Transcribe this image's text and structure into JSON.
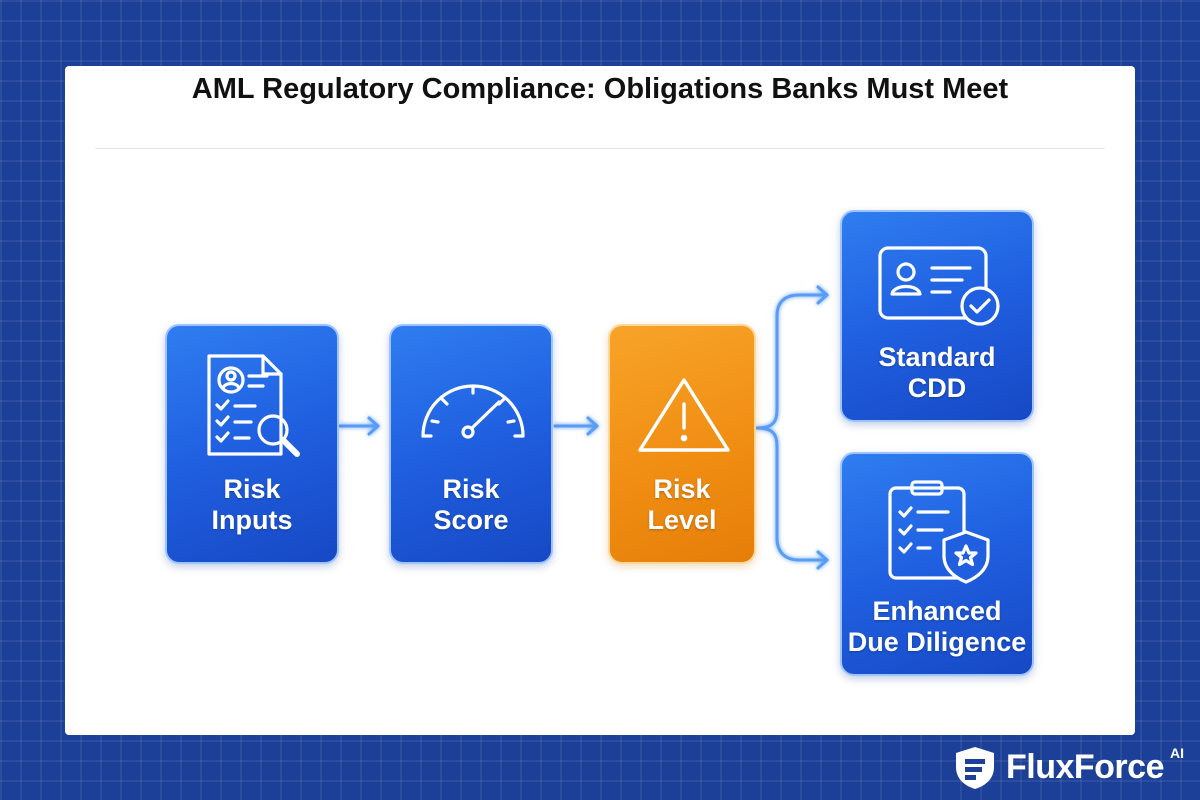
{
  "title": "AML Regulatory Compliance: Obligations Banks Must Meet",
  "nodes": [
    {
      "line1": "Risk",
      "line2": "Inputs",
      "icon": "document-search-icon",
      "color": "#1f5fe0"
    },
    {
      "line1": "Risk",
      "line2": "Score",
      "icon": "gauge-icon",
      "color": "#1f5fe0"
    },
    {
      "line1": "Risk",
      "line2": "Level",
      "icon": "warning-icon",
      "color": "#f08c12"
    },
    {
      "line1": "Standard",
      "line2": "CDD",
      "icon": "id-card-check-icon",
      "color": "#1f5fe0"
    },
    {
      "line1": "Enhanced",
      "line2": "Due Diligence",
      "icon": "clipboard-shield-icon",
      "color": "#1f5fe0"
    }
  ],
  "brand": {
    "name": "FluxForce",
    "superscript": "AI",
    "icon": "shield-logo-icon"
  }
}
